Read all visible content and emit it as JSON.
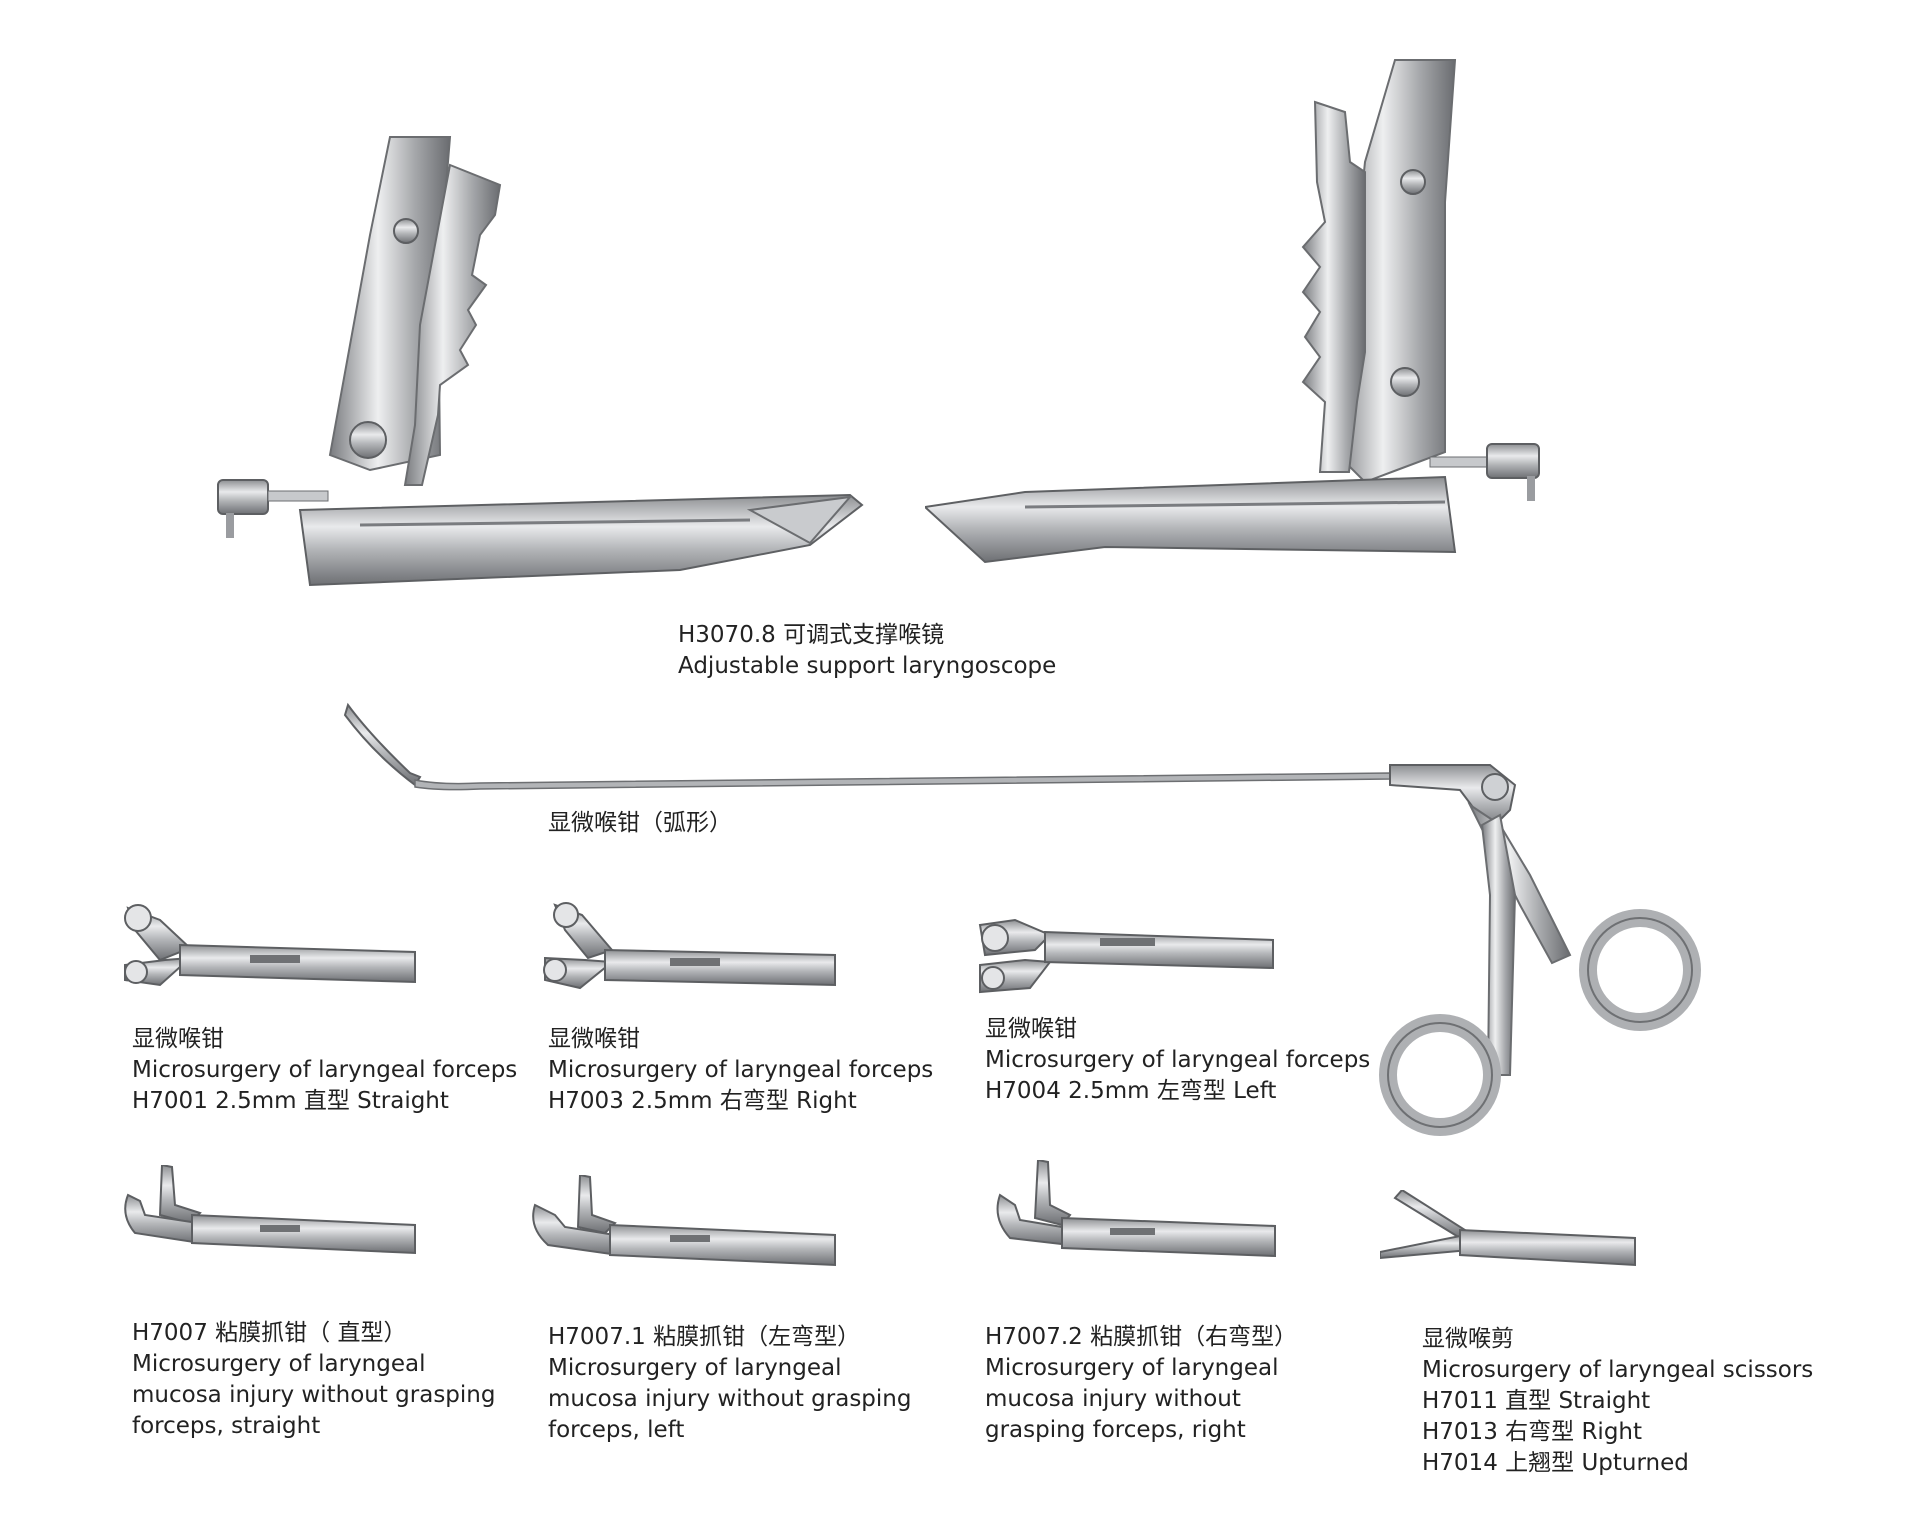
{
  "laryngoscope": {
    "title_cn": "H3070.8 可调式支撑喉镜",
    "title_en": "Adjustable support laryngoscope"
  },
  "curved_forceps": {
    "title_cn": "显微喉钳（弧形）"
  },
  "forceps": [
    {
      "cn": "显微喉钳",
      "en": "Microsurgery of laryngeal forceps",
      "code": "H7001  2.5mm 直型 Straight"
    },
    {
      "cn": "显微喉钳",
      "en": "Microsurgery of laryngeal forceps",
      "code": "H7003  2.5mm 右弯型 Right"
    },
    {
      "cn": "显微喉钳",
      "en": "Microsurgery of laryngeal forceps",
      "code": "H7004  2.5mm 左弯型 Left"
    }
  ],
  "grasping": [
    {
      "title": "H7007 粘膜抓钳（  直型）",
      "l1": "Microsurgery of laryngeal",
      "l2": "mucosa injury without grasping",
      "l3": "forceps, straight"
    },
    {
      "title": "H7007.1 粘膜抓钳（左弯型）",
      "l1": "Microsurgery of laryngeal",
      "l2": "mucosa injury without grasping",
      "l3": "forceps, left"
    },
    {
      "title": "H7007.2 粘膜抓钳（右弯型）",
      "l1": "Microsurgery of laryngeal",
      "l2": "mucosa injury without",
      "l3": "grasping forceps, right"
    }
  ],
  "scissors": {
    "cn": "显微喉剪",
    "en": "Microsurgery of laryngeal scissors",
    "item1": "H7011 直型 Straight",
    "item2": "H7013 右弯型 Right",
    "item3": "H7014 上翘型 Upturned"
  }
}
